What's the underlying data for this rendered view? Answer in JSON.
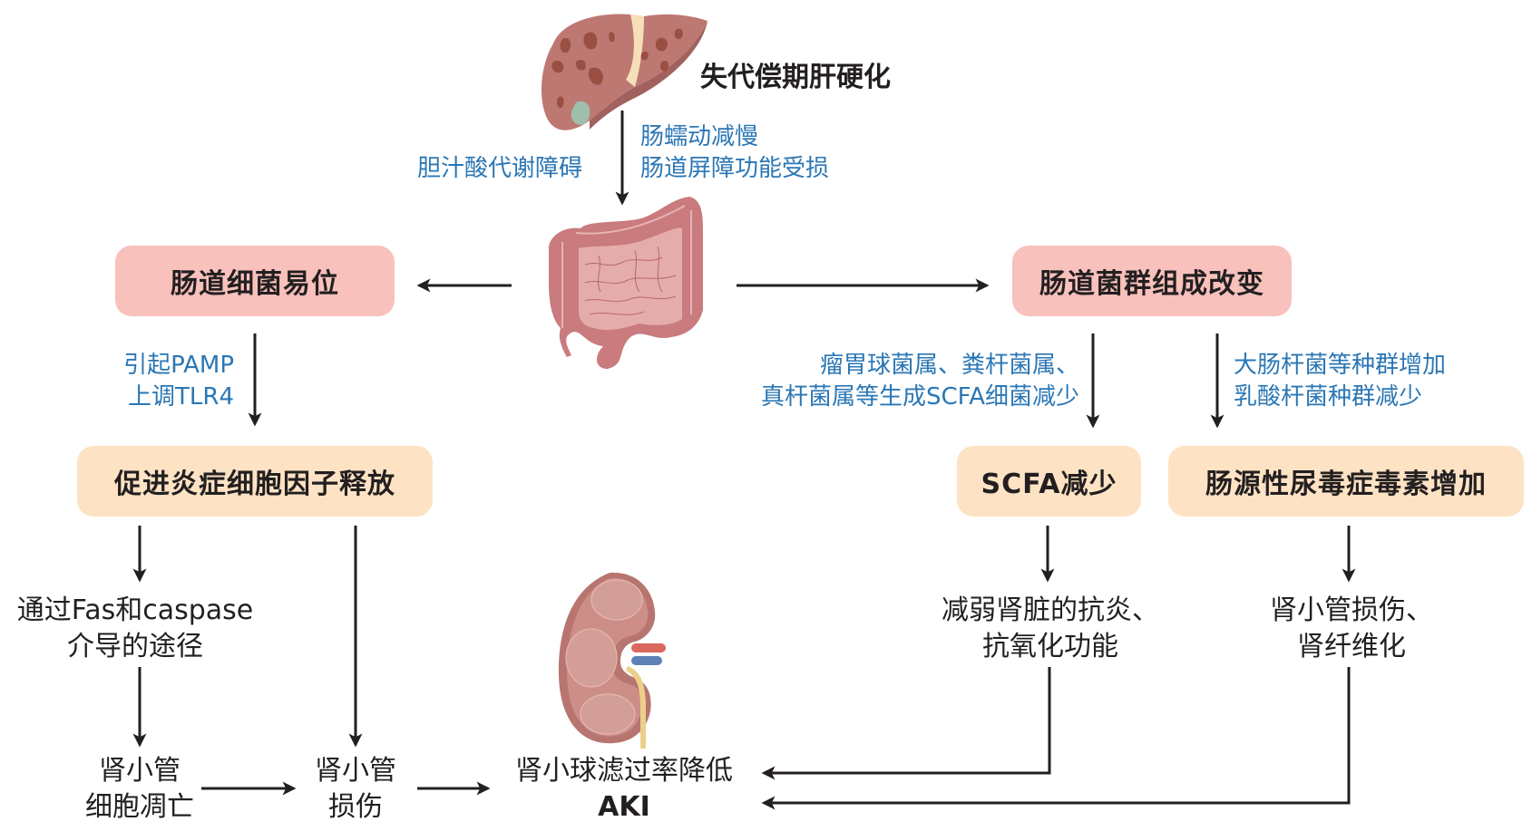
{
  "title": "失代偿期肝硬化",
  "liver_to_gut": {
    "left_label": "胆汁酸代谢障碍",
    "right_label_line1": "肠蠕动减慢",
    "right_label_line2": "肠道屏障功能受损"
  },
  "left_branch": {
    "box1": "肠道细菌易位",
    "edge_label_line1": "引起PAMP",
    "edge_label_line2": "上调TLR4",
    "box2": "促进炎症细胞因子释放",
    "path_text_line1": "通过Fas和caspase",
    "path_text_line2": "介导的途径",
    "apoptosis_line1": "肾小管",
    "apoptosis_line2": "细胞凋亡",
    "injury_line1": "肾小管",
    "injury_line2": "损伤"
  },
  "right_branch": {
    "box1": "肠道菌群组成改变",
    "edge_left_line1": "瘤胃球菌属、粪杆菌属、",
    "edge_left_line2": "真杆菌属等生成SCFA细菌减少",
    "edge_right_line1": "大肠杆菌等种群增加",
    "edge_right_line2": "乳酸杆菌种群减少",
    "box_scfa": "SCFA减少",
    "box_toxin": "肠源性尿毒症毒素增加",
    "scfa_effect_line1": "减弱肾脏的抗炎、",
    "scfa_effect_line2": "抗氧化功能",
    "toxin_effect_line1": "肾小管损伤、",
    "toxin_effect_line2": "肾纤维化"
  },
  "outcome": {
    "line1": "肾小球滤过率降低",
    "line2": "AKI"
  },
  "icons": [
    "liver-icon",
    "intestine-icon",
    "kidney-icon"
  ],
  "colors": {
    "pink_box": "#f8c1bc",
    "peach_box": "#fde3c4",
    "blue_text": "#2b77b5",
    "arrow": "#231f20"
  }
}
